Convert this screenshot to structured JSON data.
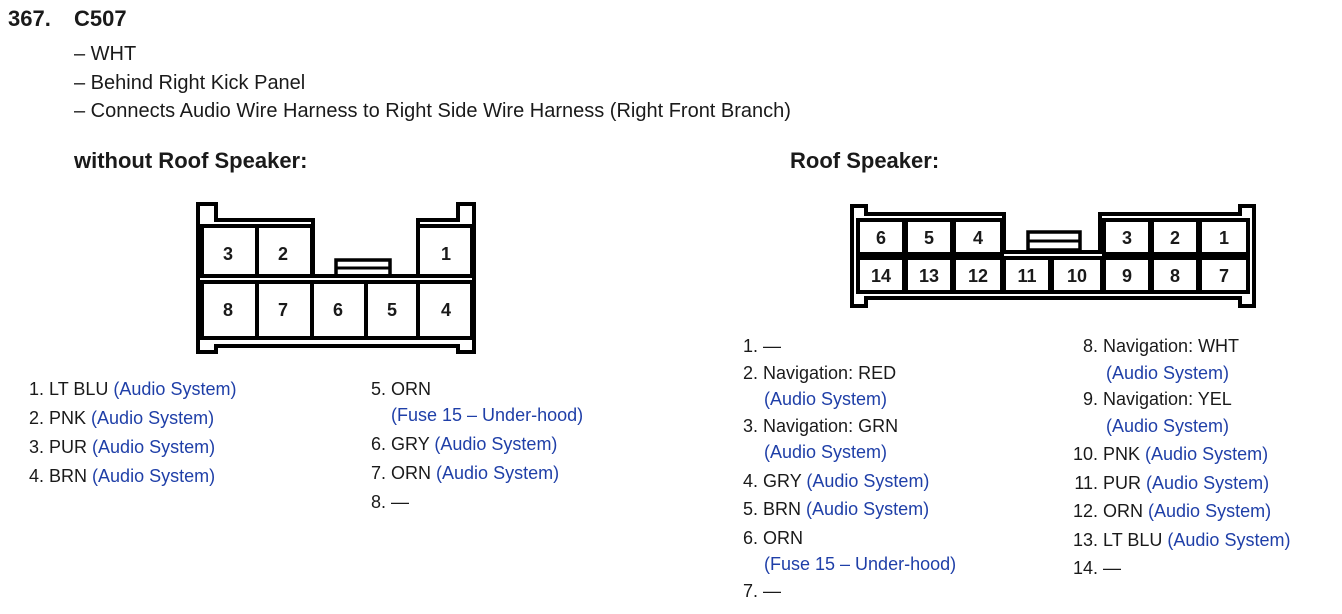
{
  "header": {
    "number": "367.",
    "connector": "C507",
    "notes": [
      "– WHT",
      "– Behind Right Kick Panel",
      "– Connects Audio Wire Harness to Right Side Wire Harness (Right Front Branch)"
    ]
  },
  "left_section": {
    "heading": "without Roof Speaker:",
    "connector_pins": [
      "3",
      "2",
      "1",
      "8",
      "7",
      "6",
      "5",
      "4"
    ],
    "pins_col1": [
      {
        "num": "1.",
        "color": "LT BLU",
        "desc": "(Audio System)"
      },
      {
        "num": "2.",
        "color": "PNK",
        "desc": "(Audio System)"
      },
      {
        "num": "3.",
        "color": "PUR",
        "desc": "(Audio System)"
      },
      {
        "num": "4.",
        "color": "BRN",
        "desc": "(Audio System)"
      }
    ],
    "pins_col2": [
      {
        "num": "5.",
        "color": "ORN",
        "desc": "(Fuse 15 – Under-hood)"
      },
      {
        "num": "6.",
        "color": "GRY",
        "desc": "(Audio System)"
      },
      {
        "num": "7.",
        "color": "ORN",
        "desc": "(Audio System)"
      },
      {
        "num": "8.",
        "color": "—",
        "desc": ""
      }
    ]
  },
  "right_section": {
    "heading": "Roof Speaker:",
    "connector_pins_top": [
      "6",
      "5",
      "4",
      "3",
      "2",
      "1"
    ],
    "connector_pins_bottom": [
      "14",
      "13",
      "12",
      "11",
      "10",
      "9",
      "8",
      "7"
    ],
    "pins_col1": [
      {
        "num": "1.",
        "color": "—",
        "desc": ""
      },
      {
        "num": "2.",
        "color": "Navigation: RED",
        "desc": "(Audio System)"
      },
      {
        "num": "3.",
        "color": "Navigation: GRN",
        "desc": "(Audio System)"
      },
      {
        "num": "4.",
        "color": "GRY",
        "desc": "(Audio System)"
      },
      {
        "num": "5.",
        "color": "BRN",
        "desc": "(Audio System)"
      },
      {
        "num": "6.",
        "color": "ORN",
        "desc": "(Fuse 15 – Under-hood)"
      },
      {
        "num": "7.",
        "color": "—",
        "desc": ""
      }
    ],
    "pins_col2": [
      {
        "num": "8.",
        "color": "Navigation: WHT",
        "desc": "(Audio System)"
      },
      {
        "num": "9.",
        "color": "Navigation: YEL",
        "desc": "(Audio System)"
      },
      {
        "num": "10.",
        "color": "PNK",
        "desc": "(Audio System)"
      },
      {
        "num": "11.",
        "color": "PUR",
        "desc": "(Audio System)"
      },
      {
        "num": "12.",
        "color": "ORN",
        "desc": "(Audio System)"
      },
      {
        "num": "13.",
        "color": "LT BLU",
        "desc": "(Audio System)"
      },
      {
        "num": "14.",
        "color": "—",
        "desc": ""
      }
    ]
  },
  "colors": {
    "text": "#1a1a1a",
    "link": "#1f3fa8"
  }
}
